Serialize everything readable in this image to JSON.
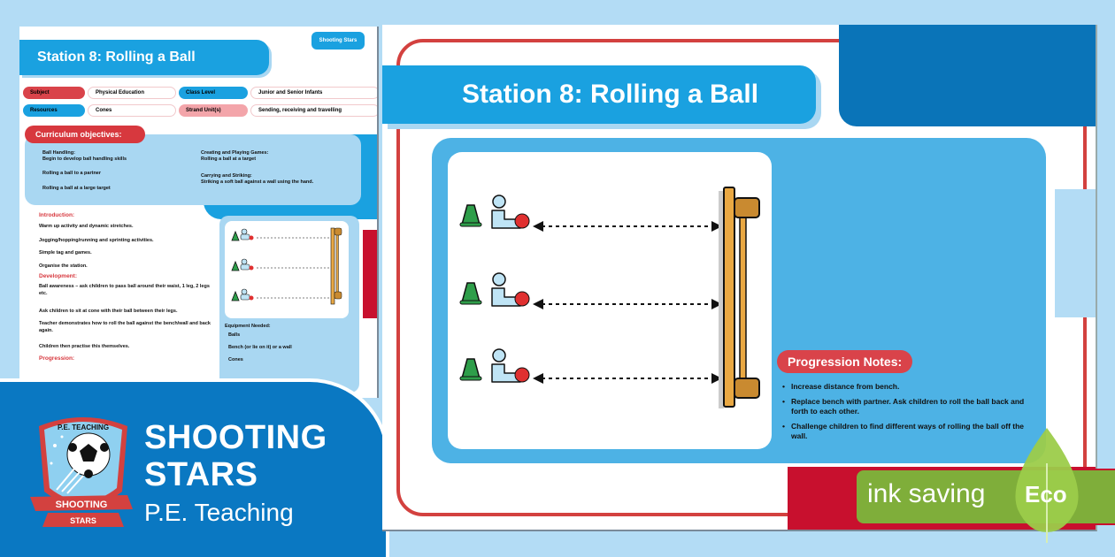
{
  "left_page": {
    "tag": "Shooting Stars",
    "title": "Station 8: Rolling a Ball",
    "info": [
      {
        "label": "Subject",
        "value": "Physical Education",
        "label2": "Class Level",
        "value2": "Junior and Senior Infants"
      },
      {
        "label": "Resources",
        "value": "Cones",
        "label2": "Strand Unit(s)",
        "value2": "Sending, receiving and travelling"
      }
    ],
    "curriculum_label": "Curriculum objectives:",
    "objectives_left": [
      "Ball Handling:",
      "Begin to develop ball handling skills",
      "Rolling a ball to a partner",
      "Rolling a ball at a large target"
    ],
    "objectives_right": [
      "Creating and Playing Games:",
      "Rolling a ball at a target",
      "Carrying and Striking:",
      "Striking a soft ball against a wall using the hand."
    ],
    "introduction_heading": "Introduction:",
    "introduction": [
      "Warm up activity and dynamic stretches.",
      "Jogging/hopping/running and sprinting activities.",
      "Simple tag and games.",
      "Organise the station."
    ],
    "development_heading": "Development:",
    "development": [
      "Ball awareness – ask children to pass ball around their waist, 1 leg, 2 legs etc.",
      "Ask children to sit at cone with their ball between their legs.",
      "Teacher demonstrates how to roll the ball against the bench/wall and back again.",
      "Children then practise this themselves."
    ],
    "progression_heading": "Progression:",
    "equipment_heading": "Equipment Needed:",
    "equipment": [
      "Balls",
      "Bench (or lie on it) or a wall",
      "Cones"
    ]
  },
  "brand": {
    "line1": "SHOOTING",
    "line2": "STARS",
    "subtitle": "P.E. Teaching",
    "logo_top": "P.E. TEACHING",
    "logo_ribbon1": "SHOOTING",
    "logo_ribbon2": "STARS"
  },
  "right_page": {
    "title": "Station 8: Rolling a Ball",
    "progression_label": "Progression Notes:",
    "progression_notes": [
      "Increase distance from bench.",
      "Replace bench with partner. Ask children to roll the ball back and forth to each other.",
      "Challenge children to find different ways of rolling the ball off the wall."
    ]
  },
  "eco_badge": {
    "text": "ink saving",
    "word": "Eco"
  },
  "colors": {
    "primary_blue": "#1aa1e0",
    "dark_blue": "#0a74b8",
    "light_blue": "#b3dcf5",
    "red": "#d3413f",
    "green": "#7fae3a"
  }
}
